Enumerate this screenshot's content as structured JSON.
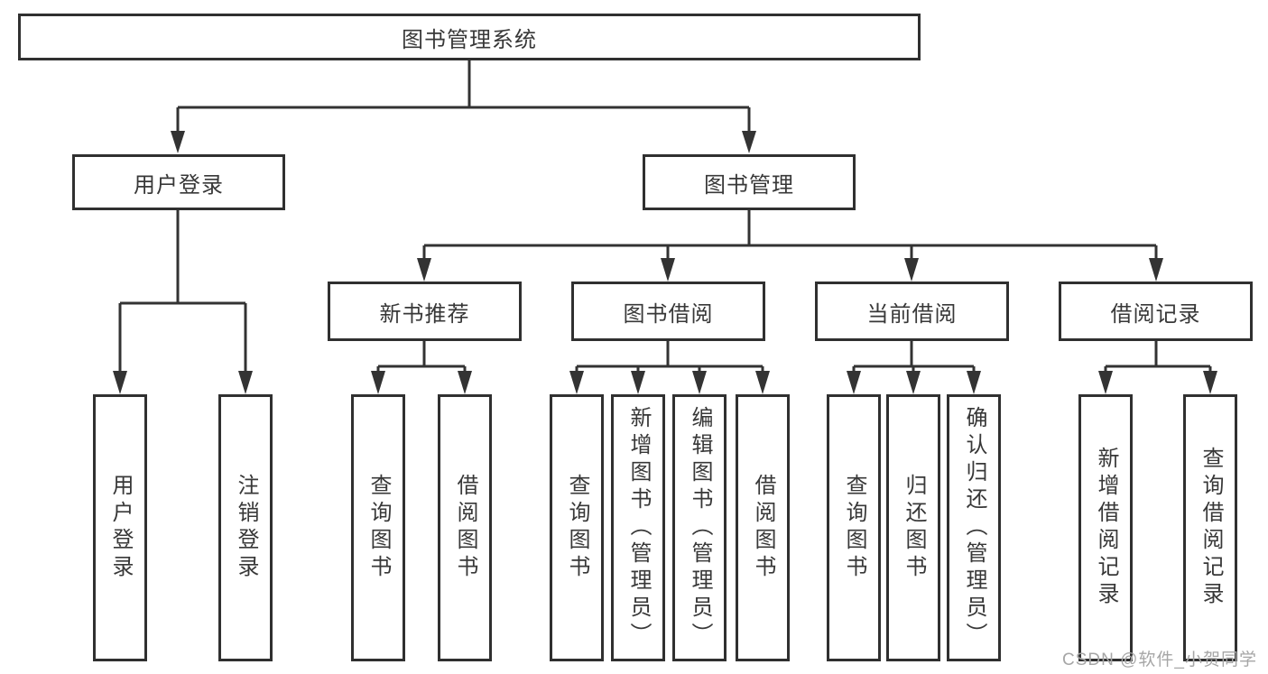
{
  "tree": {
    "root": "图书管理系统",
    "children": [
      {
        "label": "用户登录",
        "leaves": [
          "用户登录",
          "注销登录"
        ]
      },
      {
        "label": "图书管理",
        "children": [
          {
            "label": "新书推荐",
            "leaves": [
              "查询图书",
              "借阅图书"
            ]
          },
          {
            "label": "图书借阅",
            "leaves": [
              "查询图书",
              "新增图书（管理员）",
              "编辑图书（管理员）",
              "借阅图书"
            ]
          },
          {
            "label": "当前借阅",
            "leaves": [
              "查询图书",
              "归还图书",
              "确认归还（管理员）"
            ]
          },
          {
            "label": "借阅记录",
            "leaves": [
              "新增借阅记录",
              "查询借阅记录"
            ]
          }
        ]
      }
    ]
  },
  "watermark": "CSDN @软件_小贺同学",
  "colors": {
    "line": "#333333",
    "box_border": "#303030",
    "text": "#383838",
    "watermark": "#a6a6a6",
    "background": "#ffffff"
  }
}
